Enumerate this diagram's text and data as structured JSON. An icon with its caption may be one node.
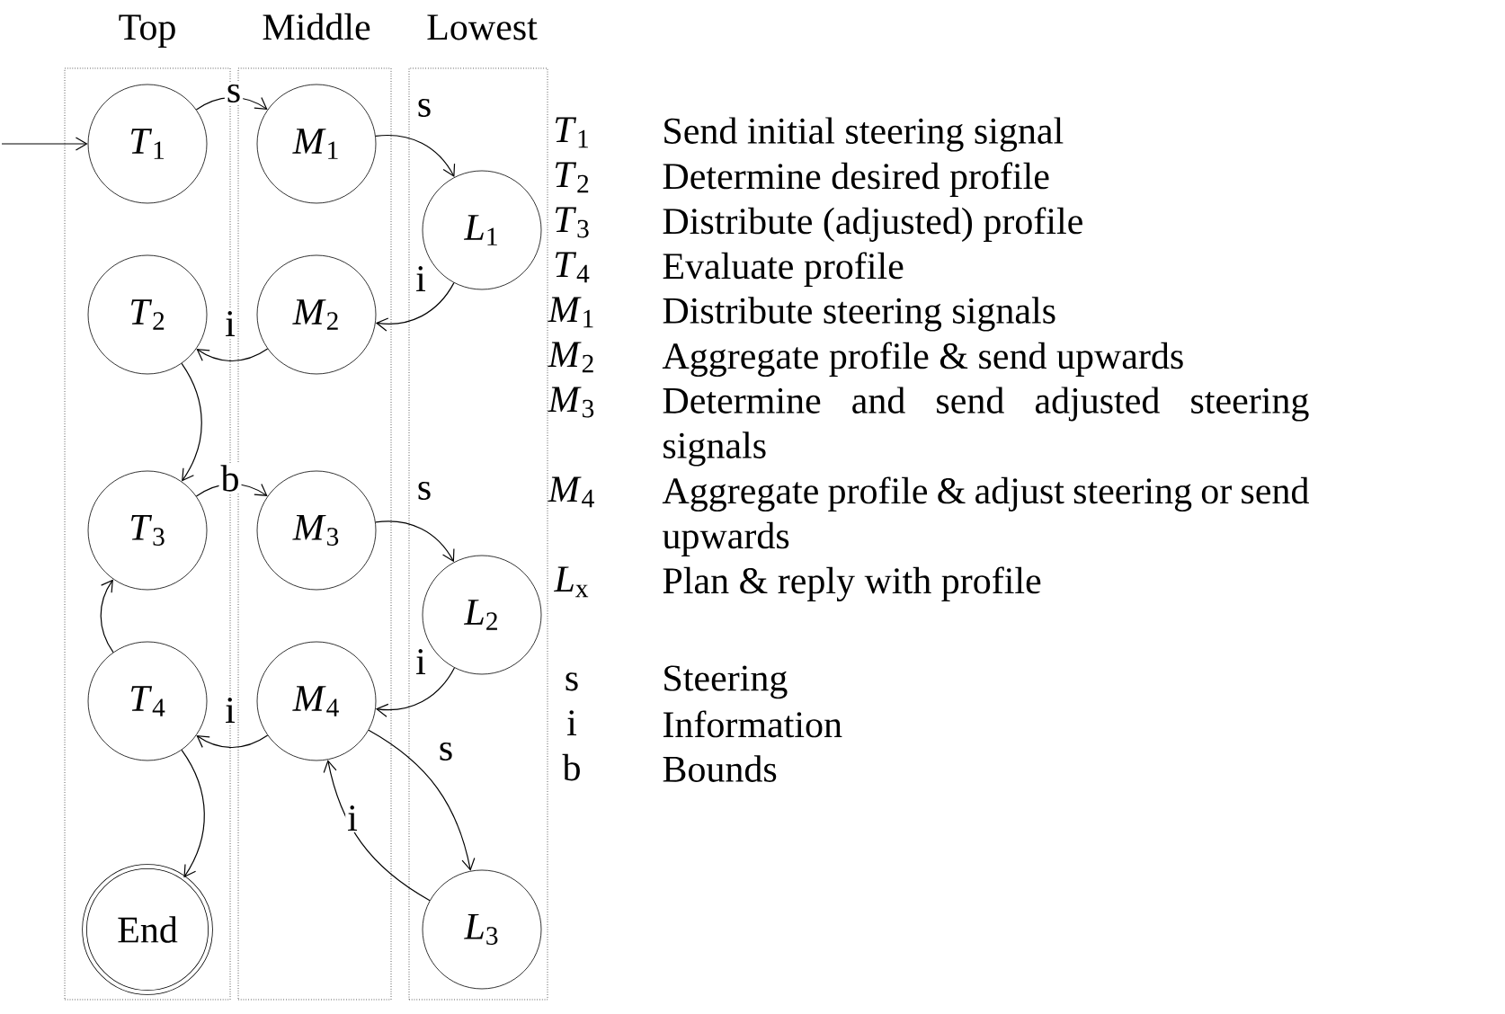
{
  "diagram": {
    "nodes": [
      {
        "text": [
          "Top"
        ]
      },
      {
        "text": [
          "Middle"
        ]
      },
      {
        "text": [
          "Lowest"
        ]
      },
      {
        "text": [
          "*T*$_{1}$"
        ],
        "in": 0
      },
      {
        "text": [
          "*M*$_{1}$"
        ],
        "in": 1
      },
      {
        "text": [
          "*L*$_{1}$"
        ],
        "in": 2
      },
      {
        "text": [
          "*T*$_{2}$"
        ],
        "in": 0
      },
      {
        "text": [
          "*M*$_{2}$"
        ],
        "in": 1
      },
      {
        "text": [
          "*T*$_{3}$"
        ],
        "in": 0
      },
      {
        "text": [
          "*M*$_{3}$"
        ],
        "in": 1
      },
      {
        "text": [
          "*L*$_{2}$"
        ],
        "in": 2
      },
      {
        "text": [
          "*T*$_{4}$"
        ],
        "in": 0
      },
      {
        "text": [
          "*M*$_{4}$"
        ],
        "in": 1
      },
      {
        "text": [
          "End"
        ],
        "in": 0
      },
      {
        "text": [
          "*L*$_{3}$"
        ],
        "in": 2
      }
    ],
    "edges": [
      {
        "from": null,
        "to": 3,
        "arrow": "to"
      },
      {
        "from": 3,
        "to": 4,
        "arrow": "to",
        "label": "s"
      },
      {
        "from": 4,
        "to": 5,
        "arrow": "to",
        "label": "s"
      },
      {
        "from": 5,
        "to": 7,
        "arrow": "to",
        "label": "i"
      },
      {
        "from": 7,
        "to": 6,
        "arrow": "to",
        "label": "i"
      },
      {
        "from": 6,
        "to": 8,
        "arrow": "to"
      },
      {
        "from": 8,
        "to": 9,
        "arrow": "to",
        "label": "b"
      },
      {
        "from": 9,
        "to": 10,
        "arrow": "to",
        "label": "s"
      },
      {
        "from": 10,
        "to": 12,
        "arrow": "to",
        "label": "i"
      },
      {
        "from": 12,
        "to": 11,
        "arrow": "to",
        "label": "i"
      },
      {
        "from": 11,
        "to": 8,
        "arrow": "to"
      },
      {
        "from": 12,
        "to": 14,
        "arrow": "to",
        "label": "s"
      },
      {
        "from": 14,
        "to": 12,
        "arrow": "to",
        "label": "i"
      },
      {
        "from": 11,
        "to": 13,
        "arrow": "to"
      }
    ],
    "labels": [
      "*T*$_{1}$",
      "Send initial steering signal",
      "*T*$_{2}$",
      "Determine desired profile",
      "*T*$_{3}$",
      "Distribute (adjusted) profile",
      "*T*$_{4}$",
      "Evaluate profile",
      "*M*$_{1}$",
      "Distribute steering signals",
      "*M*$_{2}$",
      "Aggregate profile & send upwards",
      "*M*$_{3}$",
      "Determine and send adjusted steering signals",
      "*M*$_{4}$",
      "Aggregate profile & adjust steering or send upwards",
      "*L*$_{x}$",
      "Plan & reply with profile",
      "s",
      "Steering",
      "i",
      "Information",
      "b",
      "Bounds"
    ]
  }
}
